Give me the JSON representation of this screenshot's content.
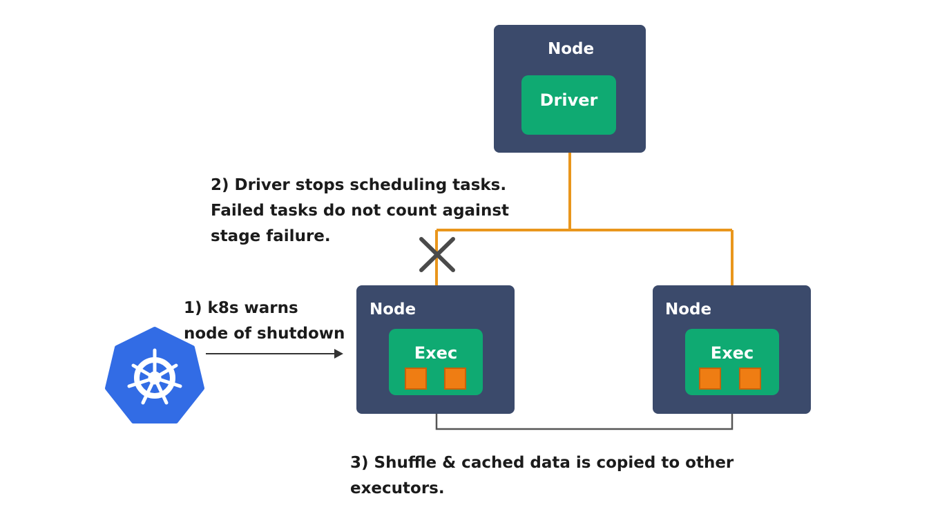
{
  "nodes": {
    "top": {
      "label": "Node",
      "role_label": "Driver"
    },
    "left": {
      "label": "Node",
      "role_label": "Exec"
    },
    "right": {
      "label": "Node",
      "role_label": "Exec"
    }
  },
  "annotations": {
    "step1": {
      "line1": "1) k8s warns",
      "line2": "node of shutdown"
    },
    "step2": {
      "line1": "2) Driver stops scheduling tasks.",
      "line2": "Failed tasks do not count against",
      "line3": "stage failure."
    },
    "step3": {
      "line1": "3) Shuffle & cached data is copied to other",
      "line2": "executors."
    }
  },
  "icons": {
    "kubernetes": "kubernetes-logo",
    "broken_link": "x-mark-icon"
  },
  "colors": {
    "node_box": "#3b4a6b",
    "driver_exec_box": "#0faa72",
    "task_square": "#ef7d13",
    "connector": "#e9961c",
    "shuffle_line": "#555555",
    "kubernetes_blue": "#326ce5"
  }
}
